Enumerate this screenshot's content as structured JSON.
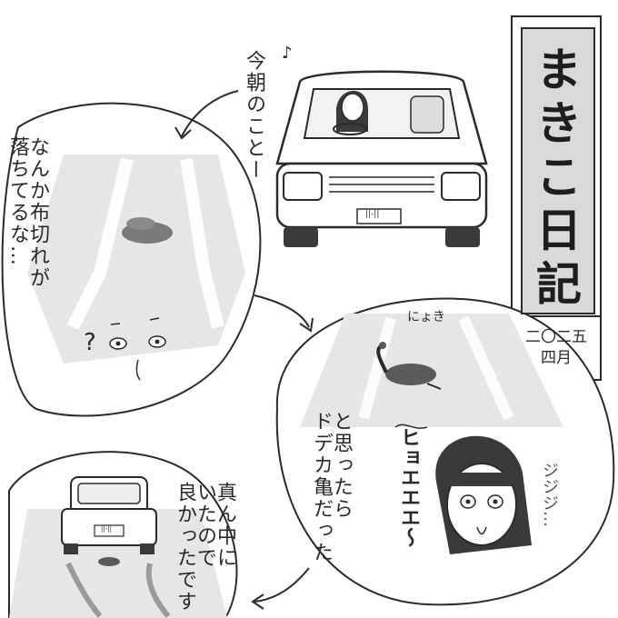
{
  "title": {
    "chars": [
      "ま",
      "き",
      "こ",
      "日",
      "記"
    ],
    "date_lines": [
      "二〇二五",
      "四月"
    ]
  },
  "narration": {
    "col1": "今朝のことー",
    "col2": [
      "なんか布切れが",
      "落ちてるな…"
    ],
    "col3": [
      "と思ったら",
      "ドデカ亀だった"
    ],
    "col4": [
      "真ん中に",
      "いたので",
      "良かったです"
    ]
  },
  "sfx": {
    "question": "?",
    "nyoki": "にょき",
    "hyoe": "ヒョエエエ〜",
    "jiwa": "ジジジ…",
    "plate": "||-||",
    "note": "♪"
  }
}
